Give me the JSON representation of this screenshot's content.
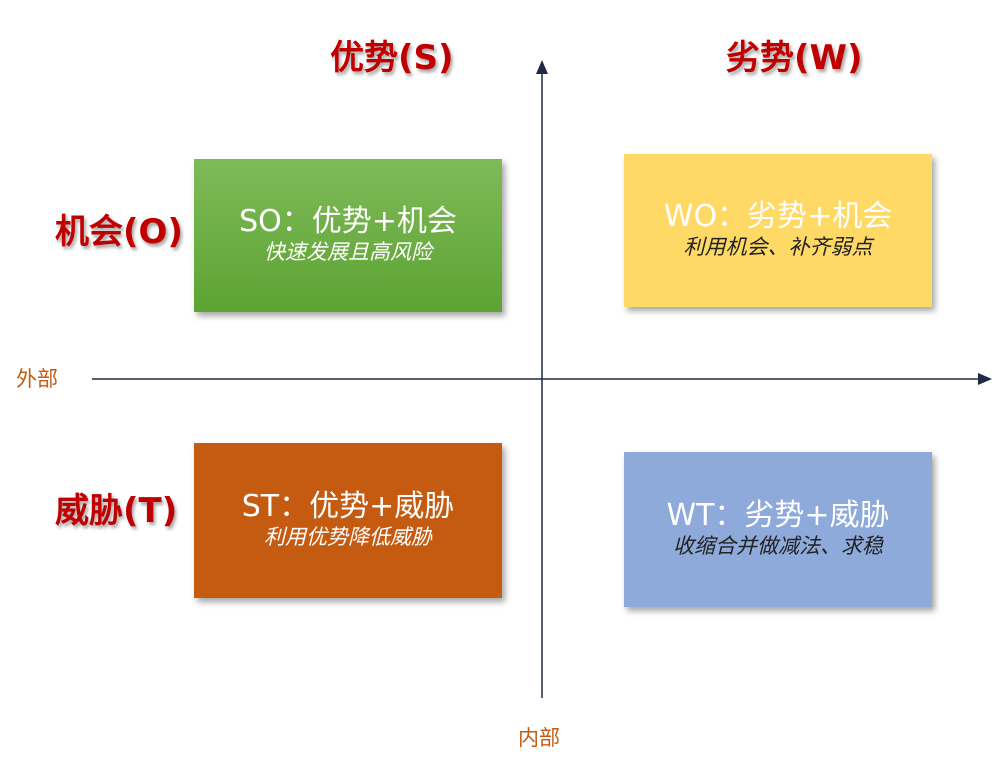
{
  "headers": {
    "strength": "优势(S)",
    "weakness": "劣势(W)",
    "opportunity": "机会(O)",
    "threat": "威胁(T)"
  },
  "axes": {
    "external": "外部",
    "internal": "内部"
  },
  "quadrants": {
    "so": {
      "title": "SO：优势+机会",
      "subtitle": "快速发展且高风险",
      "color": "#70ad47"
    },
    "wo": {
      "title": "WO：劣势+机会",
      "subtitle": "利用机会、补齐弱点",
      "color": "#ffd966"
    },
    "st": {
      "title": "ST：优势+威胁",
      "subtitle": "利用优势降低威胁",
      "color": "#c55a11"
    },
    "wt": {
      "title": "WT：劣势+威胁",
      "subtitle": "收缩合并做减法、求稳",
      "color": "#8eaadb"
    }
  },
  "colors": {
    "header": "#c00000",
    "axis_label": "#c55a11",
    "axis_line": "#1f2a44"
  }
}
